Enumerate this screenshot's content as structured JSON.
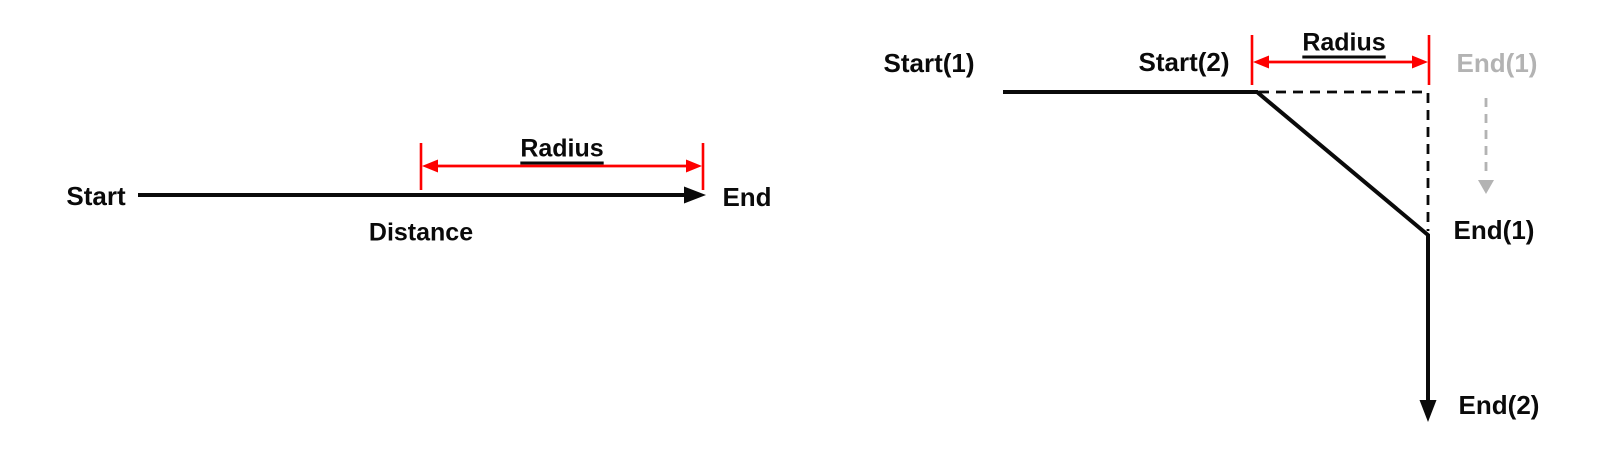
{
  "figure": {
    "background_color": "#ffffff",
    "colors": {
      "path_line": "#0a0a0a",
      "measure_red": "#fe0000",
      "ghost_gray": "#b3b3b3"
    },
    "left_diagram": {
      "description": "straight path from start to end with radius measured back from end",
      "start_label": "Start",
      "end_label": "End",
      "radius_label": "Radius",
      "distance_label": "Distance"
    },
    "right_diagram": {
      "description": "two-segment path; second segment starts radius-distance before original end, original end shown ghosted",
      "start1_label": "Start(1)",
      "start2_label": "Start(2)",
      "radius_label": "Radius",
      "end1_ghost_label": "End(1)",
      "end1_label": "End(1)",
      "end2_label": "End(2)"
    }
  }
}
